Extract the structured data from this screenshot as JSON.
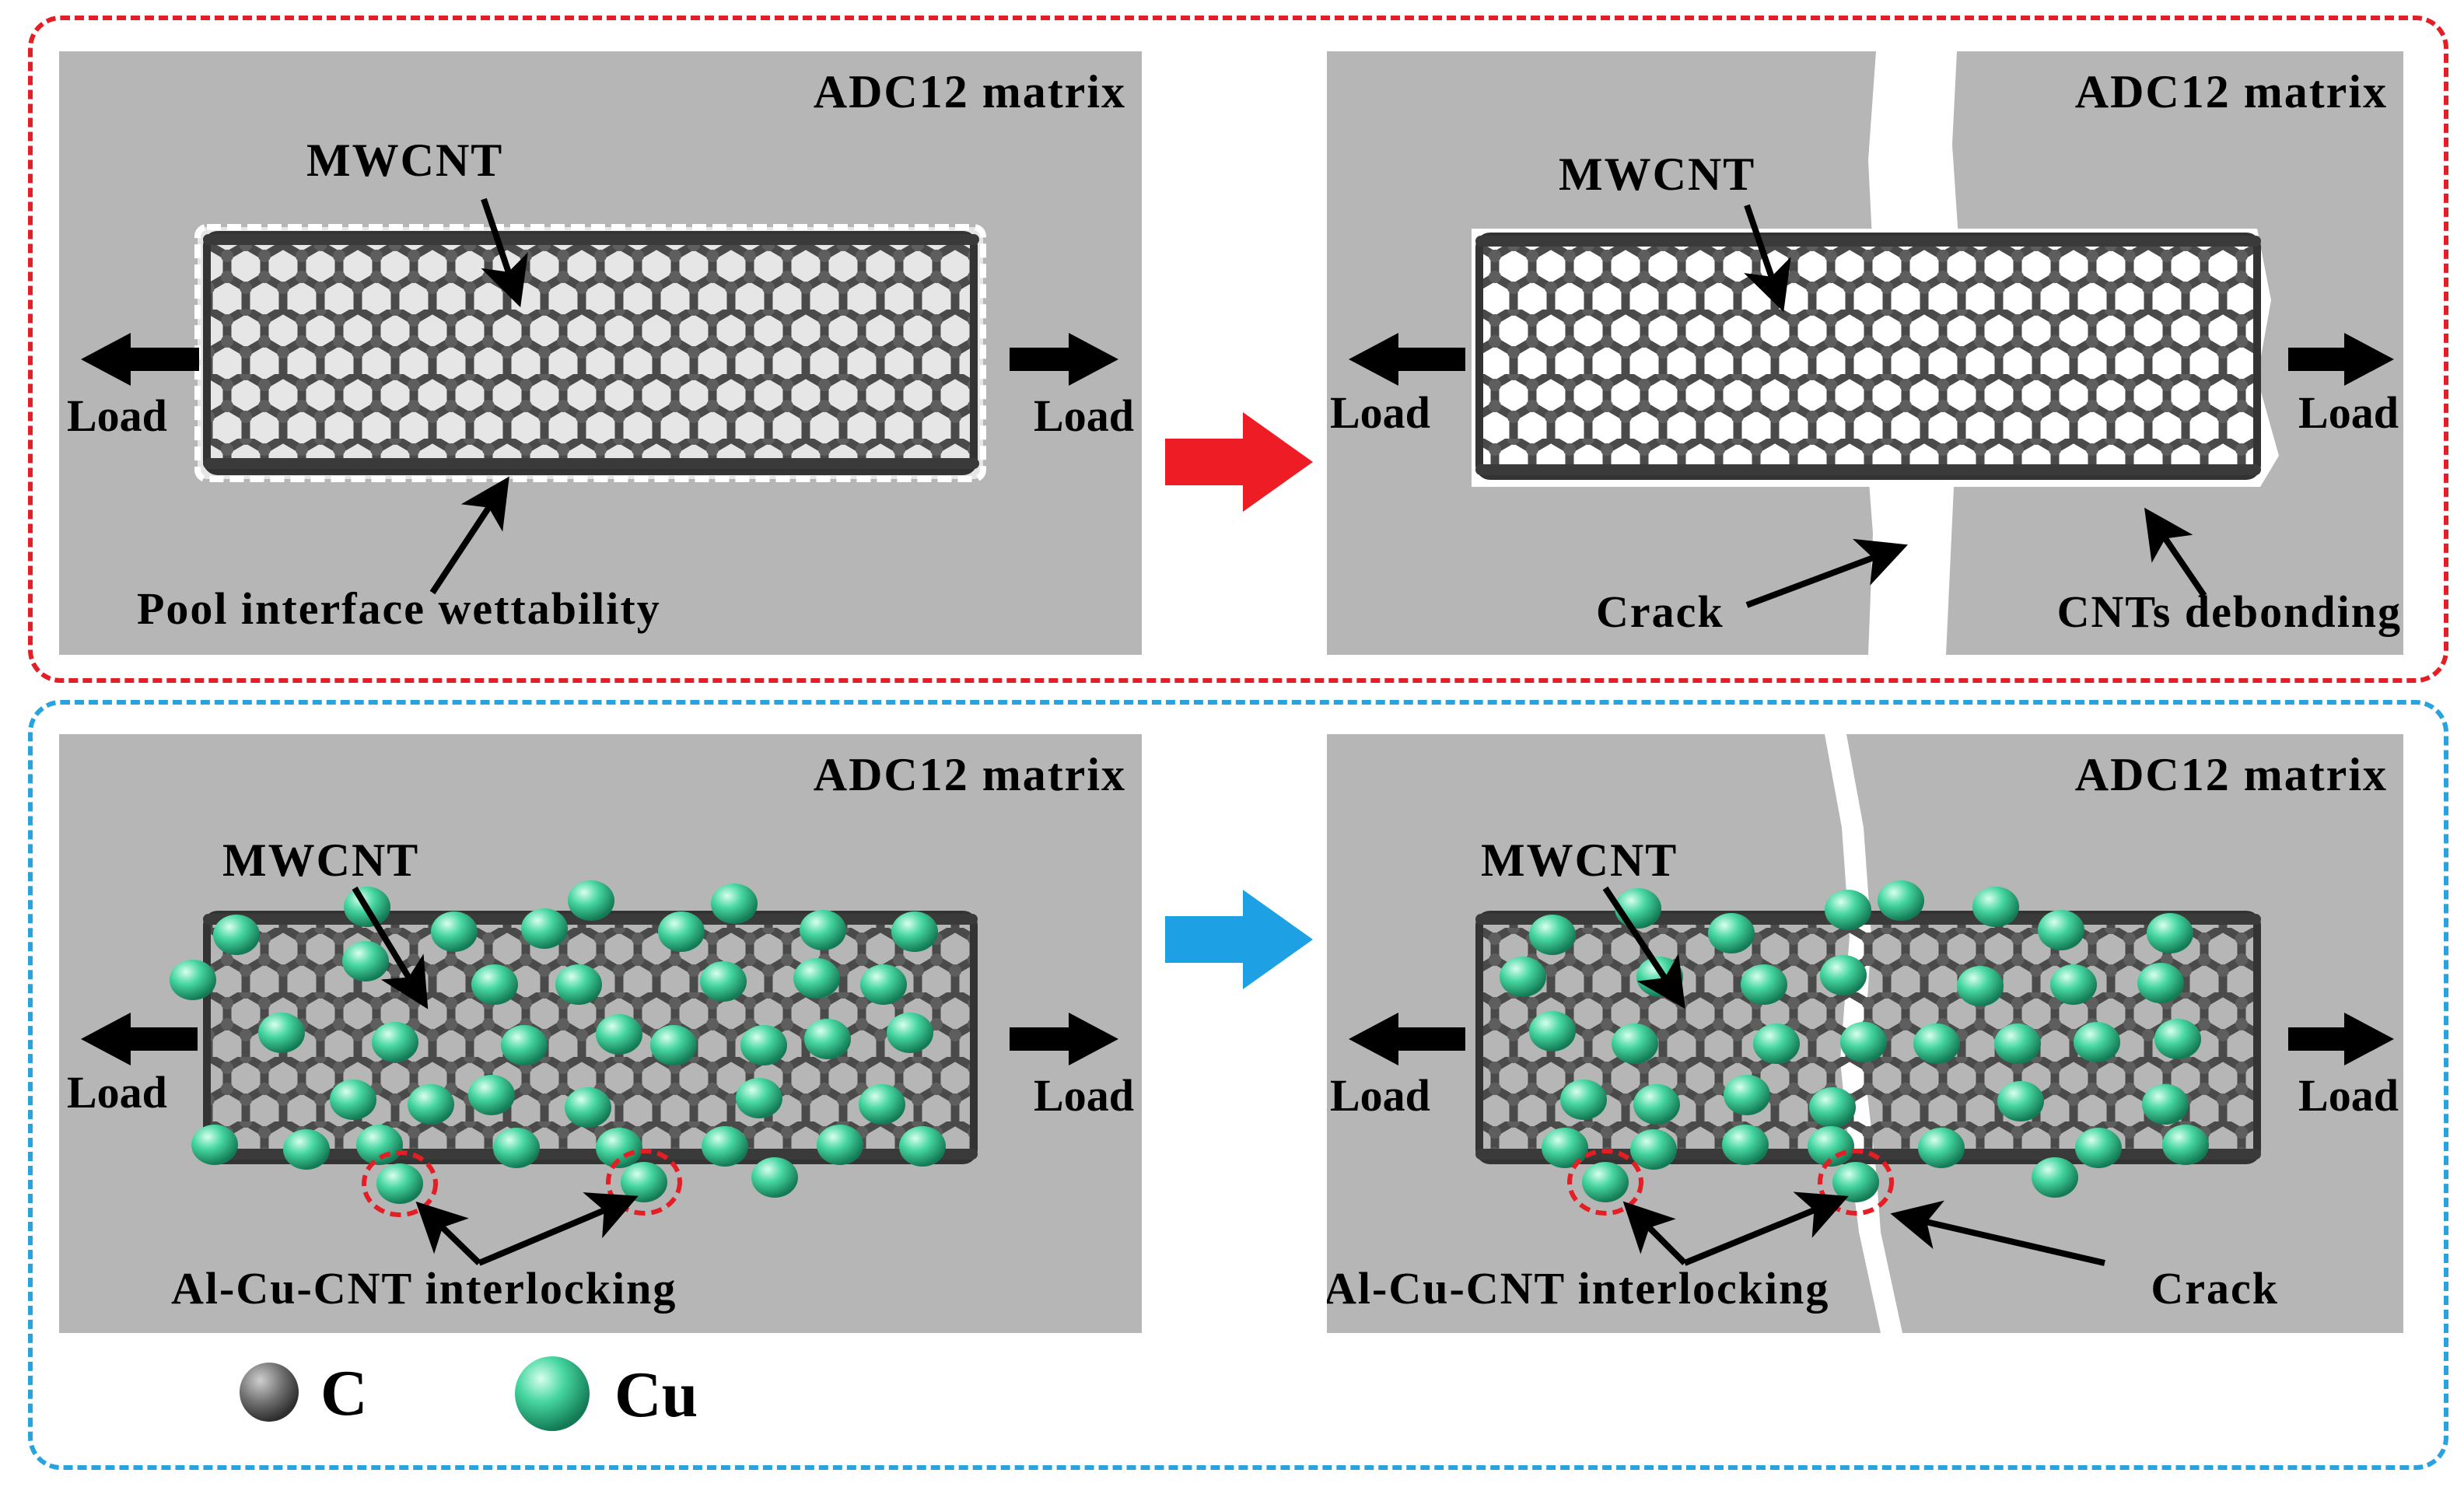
{
  "labels": {
    "matrix": "ADC12 matrix",
    "mwcnt": "MWCNT",
    "load": "Load",
    "pool_interface": "Pool interface wettability",
    "crack": "Crack",
    "cnts_debonding": "CNTs debonding",
    "interlocking": "Al-Cu-CNT interlocking"
  },
  "legend": [
    {
      "symbol": "C",
      "color": "#7a7a7a",
      "icon": "carbon-atom-icon"
    },
    {
      "symbol": "Cu",
      "color": "#3fcf9a",
      "icon": "copper-atom-icon"
    }
  ],
  "colors": {
    "matrix": "#b6b6b6",
    "carbon": "#555555",
    "copper": "#3fcf9a",
    "frame_top": "#e31e24",
    "frame_bottom": "#29a3dd",
    "arrow_red": "#ee1c25",
    "arrow_blue": "#1ea1e4"
  }
}
